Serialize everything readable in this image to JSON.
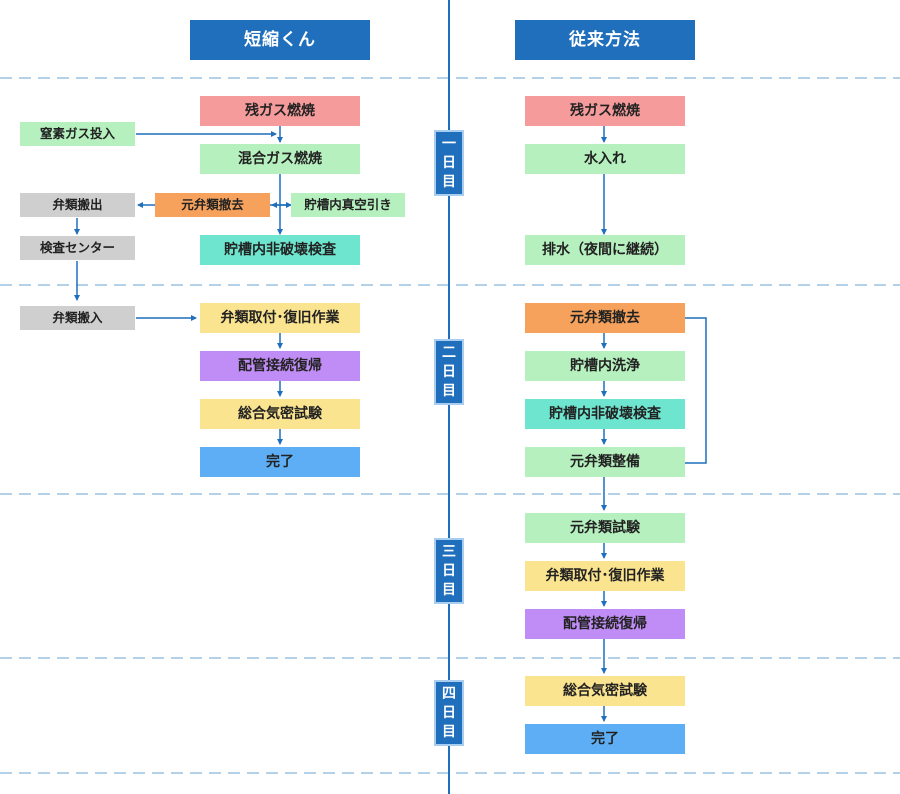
{
  "headers": {
    "left": "短縮くん",
    "right": "従来方法"
  },
  "days": [
    {
      "c1": "一",
      "c2": "日",
      "c3": "目"
    },
    {
      "c1": "二",
      "c2": "日",
      "c3": "目"
    },
    {
      "c1": "三",
      "c2": "日",
      "c3": "目"
    },
    {
      "c1": "四",
      "c2": "日",
      "c3": "目"
    }
  ],
  "left": {
    "burn_residual": "残ガス燃焼",
    "nitrogen_in": "窒素ガス投入",
    "mixed_burn": "混合ガス燃焼",
    "valve_out": "弁類搬出",
    "valve_remove": "元弁類撤去",
    "vacuum": "貯槽内真空引き",
    "inspection_center": "検査センター",
    "ndt": "貯槽内非破壊検査",
    "valve_in": "弁類搬入",
    "valve_install": "弁類取付･復旧作業",
    "piping": "配管接続復帰",
    "leak_test": "総合気密試験",
    "done": "完了"
  },
  "right": {
    "burn_residual": "残ガス燃焼",
    "water_in": "水入れ",
    "drain": "排水（夜間に継続）",
    "valve_remove": "元弁類撤去",
    "wash": "貯槽内洗浄",
    "ndt": "貯槽内非破壊検査",
    "valve_service": "元弁類整備",
    "valve_test": "元弁類試験",
    "valve_install": "弁類取付･復旧作業",
    "piping": "配管接続復帰",
    "leak_test": "総合気密試験",
    "done": "完了"
  },
  "colors": {
    "header": "#1f6fbd",
    "pink": "#f59b9b",
    "green": "#b6f0bf",
    "orange": "#f7a25c",
    "gray": "#cfcfcf",
    "teal": "#6ee5cf",
    "yellow": "#fbe48f",
    "purple": "#c08cf6",
    "blue": "#5daef5",
    "line": "#1f6fbd"
  }
}
